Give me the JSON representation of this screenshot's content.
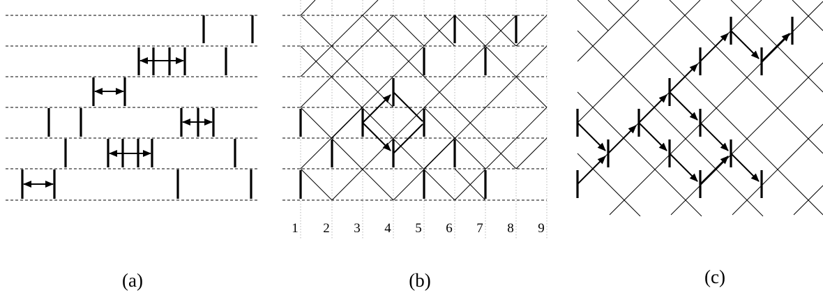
{
  "panels": [
    {
      "id": "a",
      "caption": "(a)"
    },
    {
      "id": "b",
      "caption": "(b)"
    },
    {
      "id": "c",
      "caption": "(c)"
    }
  ],
  "column_labels": [
    "1",
    "2",
    "3",
    "4",
    "5",
    "6",
    "7",
    "8",
    "9"
  ]
}
